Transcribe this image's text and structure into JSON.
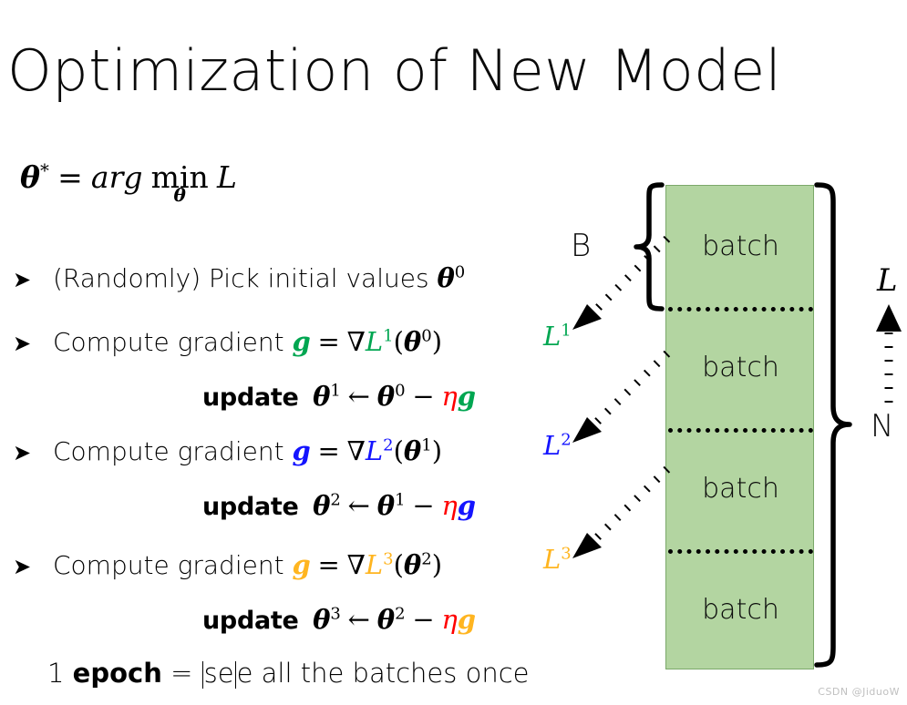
{
  "slide": {
    "title": "Optimization of New Model",
    "objective": {
      "theta_star": "θ",
      "star": "*",
      "equals": "=",
      "arg": "arg",
      "min": "min",
      "min_sub": "θ",
      "loss": "L"
    },
    "bullets": [
      {
        "marker": "➤",
        "text": "(Randomly) Pick initial values ",
        "symbol": "θ",
        "superscript": "0"
      },
      {
        "marker": "➤",
        "text": "Compute gradient ",
        "g": "g",
        "equals": "=",
        "nabla": "∇",
        "loss": "L",
        "loss_sup": "1",
        "open": "(",
        "theta": "θ",
        "theta_sup": "0",
        "close": ")",
        "color": "#00a651"
      },
      {
        "marker": "➤",
        "text": "Compute gradient ",
        "g": "g",
        "equals": "=",
        "nabla": "∇",
        "loss": "L",
        "loss_sup": "2",
        "open": "(",
        "theta": "θ",
        "theta_sup": "1",
        "close": ")",
        "color": "#1414ff"
      },
      {
        "marker": "➤",
        "text": "Compute gradient ",
        "g": "g",
        "equals": "=",
        "nabla": "∇",
        "loss": "L",
        "loss_sup": "3",
        "open": "(",
        "theta": "θ",
        "theta_sup": "2",
        "close": ")",
        "color": "#ffb520"
      }
    ],
    "updates": [
      {
        "word": "update",
        "theta_new": "θ",
        "theta_new_sup": "1",
        "arrow": "←",
        "theta_old": "θ",
        "theta_old_sup": "0",
        "minus": "−",
        "eta": "η",
        "g": "g",
        "g_color": "#00a651"
      },
      {
        "word": "update",
        "theta_new": "θ",
        "theta_new_sup": "2",
        "arrow": "←",
        "theta_old": "θ",
        "theta_old_sup": "1",
        "minus": "−",
        "eta": "η",
        "g": "g",
        "g_color": "#1414ff"
      },
      {
        "word": "update",
        "theta_new": "θ",
        "theta_new_sup": "3",
        "arrow": "←",
        "theta_old": "θ",
        "theta_old_sup": "2",
        "minus": "−",
        "eta": "η",
        "g": "g",
        "g_color": "#ffb520"
      }
    ],
    "loss_tags": [
      {
        "loss": "L",
        "sup": "1",
        "color": "#00a651"
      },
      {
        "loss": "L",
        "sup": "2",
        "color": "#1414ff"
      },
      {
        "loss": "L",
        "sup": "3",
        "color": "#ffb520"
      }
    ],
    "epoch": {
      "prefix": "1 ",
      "bold": "epoch",
      "equals": " = ",
      "rest_a": "se",
      "rest_b": "e all the batches once"
    },
    "diagram": {
      "batch_label": "batch",
      "batch_count": 4,
      "brace_b_label": "B",
      "brace_n_label": "N",
      "axis_label": "L",
      "column_color": "#b3d5a1",
      "column_border_color": "#7ba86a"
    },
    "watermark": "CSDN @JiduoW"
  }
}
